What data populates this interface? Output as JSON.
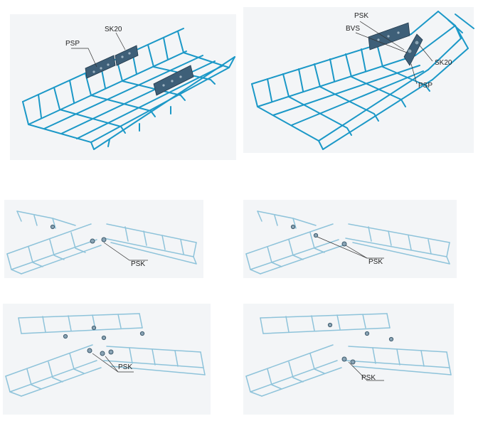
{
  "panels": {
    "straight_joint": {
      "labels": {
        "psp": "PSP",
        "sk20": "SK20"
      }
    },
    "vertical_joint": {
      "labels": {
        "psk": "PSK",
        "bvs": "BVS",
        "sk20": "SK20",
        "psp": "PSP"
      }
    },
    "tee_joint_a": {
      "labels": {
        "psk": "PSK"
      }
    },
    "tee_joint_b": {
      "labels": {
        "psk": "PSK"
      }
    },
    "cross_joint_a": {
      "labels": {
        "psk": "PSK"
      }
    },
    "cross_joint_b": {
      "labels": {
        "psk": "PSK"
      }
    }
  },
  "colors": {
    "tray_main": "#1b98c7",
    "tray_light": "#8ec3da",
    "plate": "#3e5f78",
    "bolt": "#8aa4b5",
    "background": "#ffffff"
  }
}
